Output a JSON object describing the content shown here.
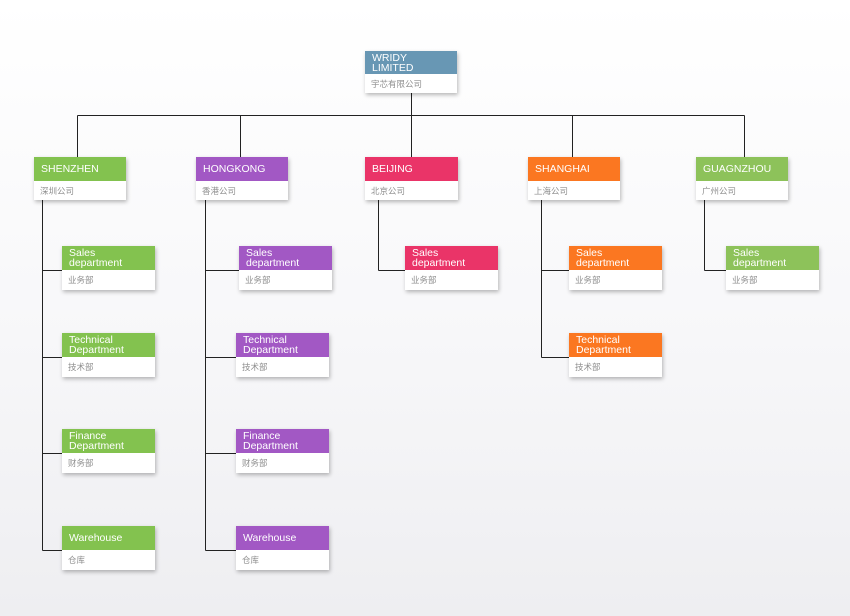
{
  "colors": {
    "root": "#6897b4",
    "shenzhen": "#83c24f",
    "hongkong": "#a258c4",
    "beijing": "#ea3468",
    "shanghai": "#fb7721",
    "guangzhou": "#8dc25a",
    "line": "#222222"
  },
  "root": {
    "title": "WRIDY LIMITED",
    "subtitle": "宇芯有限公司"
  },
  "branches": [
    {
      "key": "shenzhen",
      "title": "SHENZHEN",
      "subtitle": "深圳公司",
      "departments": [
        {
          "title": "Sales department",
          "subtitle": "业务部"
        },
        {
          "title": "Technical\nDepartment",
          "subtitle": "技术部"
        },
        {
          "title": "Finance\nDepartment",
          "subtitle": "财务部"
        },
        {
          "title": "Warehouse",
          "subtitle": "仓库"
        }
      ]
    },
    {
      "key": "hongkong",
      "title": "HONGKONG",
      "subtitle": "香港公司",
      "departments": [
        {
          "title": "Sales department",
          "subtitle": "业务部"
        },
        {
          "title": "Technical\nDepartment",
          "subtitle": "技术部"
        },
        {
          "title": "Finance\nDepartment",
          "subtitle": "财务部"
        },
        {
          "title": "Warehouse",
          "subtitle": "仓库"
        }
      ]
    },
    {
      "key": "beijing",
      "title": "BEIJING",
      "subtitle": "北京公司",
      "departments": [
        {
          "title": "Sales department",
          "subtitle": "业务部"
        }
      ]
    },
    {
      "key": "shanghai",
      "title": "SHANGHAI",
      "subtitle": "上海公司",
      "departments": [
        {
          "title": "Sales department",
          "subtitle": "业务部"
        },
        {
          "title": "Technical\nDepartment",
          "subtitle": "技术部"
        }
      ]
    },
    {
      "key": "guangzhou",
      "title": "GUAGNZHOU",
      "subtitle": "广州公司",
      "departments": [
        {
          "title": "Sales department",
          "subtitle": "业务部"
        }
      ]
    }
  ]
}
